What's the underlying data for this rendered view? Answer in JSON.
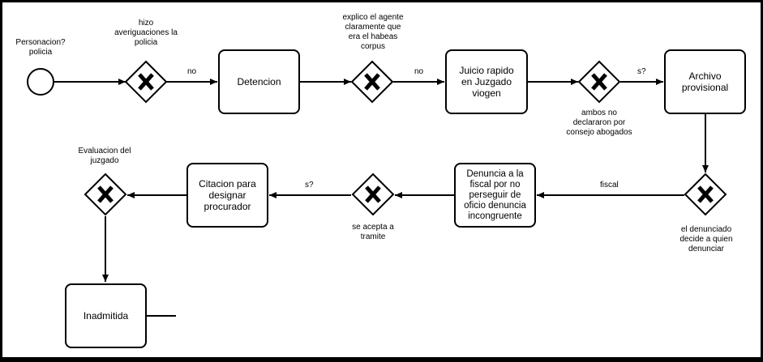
{
  "colors": {
    "stroke": "#000000",
    "fill": "#ffffff",
    "frame": "#000000"
  },
  "start_event": {
    "label": "Personacion?\npolicia"
  },
  "tasks": {
    "detencion": "Detencion",
    "juicio": "Juicio rapido\nen Juzgado\nviogen",
    "archivo": "Archivo\nprovisional",
    "denuncia": "Denuncia a la\nfiscal por no\nperseguir de\noficio denuncia\nincongruente",
    "citacion": "Citacion para\ndesignar\nprocurador",
    "inadmitida": "Inadmitida"
  },
  "gateways": {
    "g1": {
      "label": "hizo\naveriguaciones la\npolicia",
      "icon": "x-gateway-icon"
    },
    "g2": {
      "label": "explico el agente\nclaramente que\nera el habeas\ncorpus",
      "icon": "x-gateway-icon"
    },
    "g3": {
      "label": "ambos no\ndeclararon por\nconsejo abogados",
      "icon": "x-gateway-icon"
    },
    "g4": {
      "label": "el denunciado\ndecide a quien\ndenunciar",
      "icon": "x-gateway-icon"
    },
    "g5": {
      "label": "se acepta a\ntramite",
      "icon": "x-gateway-icon"
    },
    "g6": {
      "label": "Evaluacion del\njuzgado",
      "icon": "x-gateway-icon"
    }
  },
  "edge_labels": {
    "g1_detencion": "no",
    "g2_juicio": "no",
    "g3_archivo": "s?",
    "g4_denuncia": "fiscal",
    "g5_citacion": "s?"
  }
}
